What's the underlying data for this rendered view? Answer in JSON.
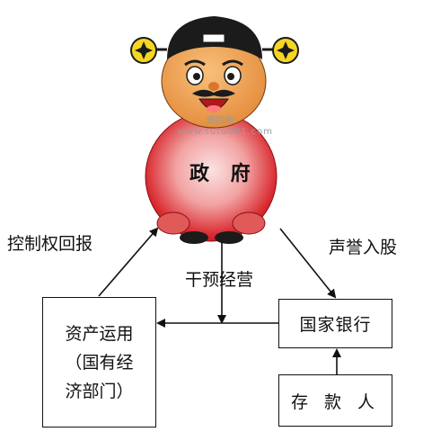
{
  "government": {
    "label": "政 府"
  },
  "watermark": {
    "line1": "图图网",
    "line2": "www.tutu001.com"
  },
  "edges": {
    "control": "控制权回报",
    "reputation": "声誉入股",
    "intervene": "干预经营"
  },
  "nodes": {
    "asset_use": {
      "line1": "资产运用",
      "line2": "（国有经",
      "line3": "济部门）"
    },
    "state_bank": "国家银行",
    "depositor": "存 款 人"
  },
  "colors": {
    "gov_body": "#d8262c",
    "gov_body_light": "#f6d6d6",
    "face": "#f3a24e",
    "hat": "#1b1b1b",
    "coin": "#f5d623",
    "line": "#111111"
  }
}
